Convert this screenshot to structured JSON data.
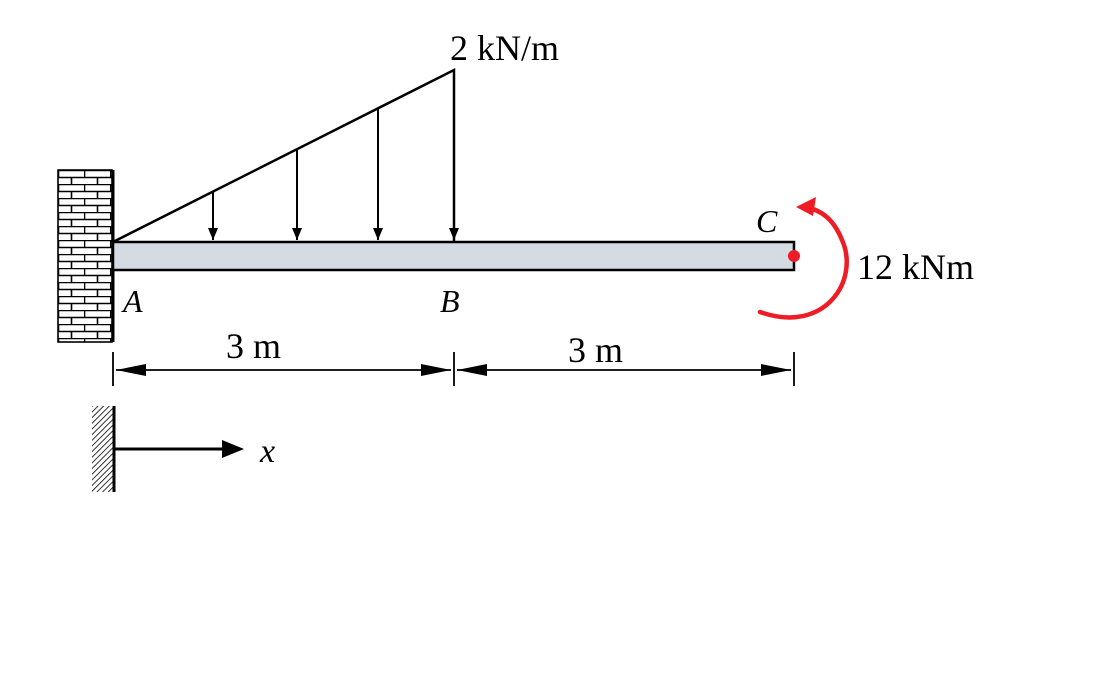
{
  "labels": {
    "load_intensity": "2 kN/m",
    "point_a": "A",
    "point_b": "B",
    "point_c": "C",
    "moment": "12 kNm",
    "span_ab": "3 m",
    "span_bc": "3 m",
    "x_axis": "x"
  },
  "colors": {
    "beam_fill": "#d5dbe3",
    "moment": "#ee1c24",
    "line": "#000000"
  }
}
